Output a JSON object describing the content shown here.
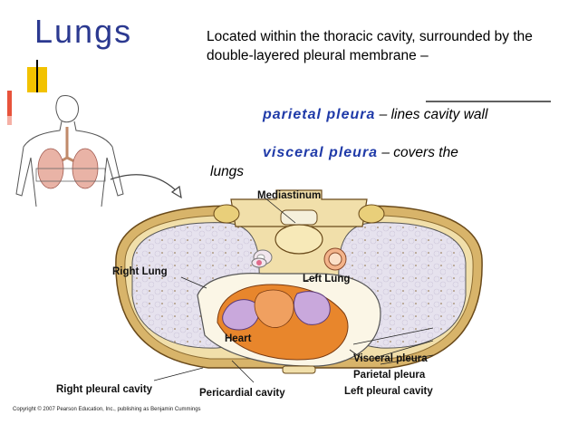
{
  "title": "Lungs",
  "description": "Located within the thoracic cavity, surrounded by the double-layered pleural membrane –",
  "terms": [
    {
      "term": "parietal pleura",
      "desc": " – lines cavity wall"
    },
    {
      "term": "visceral pleura",
      "desc": " – covers the"
    }
  ],
  "terms_continuation": "lungs",
  "labels": {
    "mediastinum": "Mediastinum",
    "right_lung": "Right Lung",
    "left_lung": "Left Lung",
    "heart": "Heart",
    "visceral_pleura": "Visceral pleura",
    "parietal_pleura": "Parietal pleura",
    "left_pleural_cavity": "Left pleural cavity",
    "pericardial_cavity": "Pericardial cavity",
    "right_pleural_cavity": "Right pleural cavity"
  },
  "copyright": "Copyright © 2007 Pearson Education, Inc., publishing as Benjamin Cummings",
  "colors": {
    "title": "#2b3990",
    "term": "#1f3aa8",
    "bone": "#e9cf7a",
    "lung": "#e6e2ee",
    "heart": "#e8862c",
    "vessel": "#c9a8dc"
  }
}
